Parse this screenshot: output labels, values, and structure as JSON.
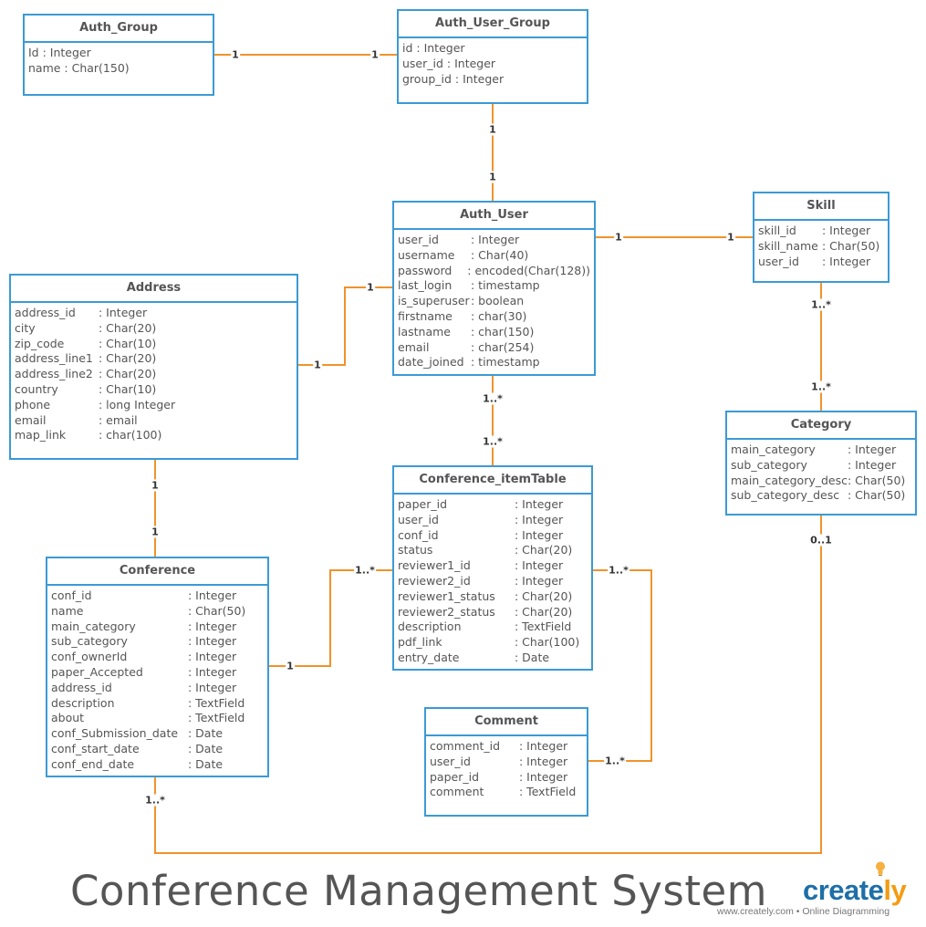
{
  "title": "Conference Management System",
  "brand": {
    "name_main": "creat",
    "name_accent": "ly",
    "name_e": "e",
    "tagline": "www.creately.com • Online Diagramming"
  },
  "colors": {
    "entity_border": "#3b9ad4",
    "connector": "#f0932b",
    "text": "#555555"
  },
  "entities": {
    "auth_group": {
      "name": "Auth_Group",
      "fields": [
        {
          "name": "Id : Integer",
          "type": ""
        },
        {
          "name": "name :  Char(150)",
          "type": ""
        }
      ]
    },
    "auth_user_group": {
      "name": "Auth_User_Group",
      "fields": [
        {
          "name": "id : Integer",
          "type": ""
        },
        {
          "name": "user_id : Integer",
          "type": ""
        },
        {
          "name": "group_id : Integer",
          "type": ""
        }
      ]
    },
    "auth_user": {
      "name": "Auth_User",
      "fields": [
        {
          "name": "user_id",
          "type": ": Integer"
        },
        {
          "name": "username",
          "type": ": Char(40)"
        },
        {
          "name": "password",
          "type": ": encoded(Char(128))"
        },
        {
          "name": "last_login",
          "type": ":  timestamp"
        },
        {
          "name": "is_superuser",
          "type": ": boolean"
        },
        {
          "name": "firstname",
          "type": ": char(30)"
        },
        {
          "name": "lastname",
          "type": ": char(150)"
        },
        {
          "name": "email",
          "type": ": char(254)"
        },
        {
          "name": "date_joined",
          "type": ": timestamp"
        }
      ]
    },
    "skill": {
      "name": "Skill",
      "fields": [
        {
          "name": "skill_id",
          "type": ": Integer"
        },
        {
          "name": "skill_name",
          "type": ": Char(50)"
        },
        {
          "name": "user_id",
          "type": ": Integer"
        }
      ]
    },
    "address": {
      "name": "Address",
      "fields": [
        {
          "name": "address_id",
          "type": ": Integer"
        },
        {
          "name": "city",
          "type": ": Char(20)"
        },
        {
          "name": "zip_code",
          "type": ": Char(10)"
        },
        {
          "name": "address_line1",
          "type": ": Char(20)"
        },
        {
          "name": "address_line2",
          "type": ": Char(20)"
        },
        {
          "name": "country",
          "type": ": Char(10)"
        },
        {
          "name": "phone",
          "type": ": long Integer"
        },
        {
          "name": "email",
          "type": ": email"
        },
        {
          "name": "map_link",
          "type": ": char(100)"
        }
      ]
    },
    "category": {
      "name": "Category",
      "fields": [
        {
          "name": "main_category",
          "type": ": Integer"
        },
        {
          "name": "sub_category",
          "type": ": Integer"
        },
        {
          "name": "main_category_desc",
          "type": ": Char(50)"
        },
        {
          "name": "sub_category_desc",
          "type": ": Char(50)"
        }
      ]
    },
    "conference_item": {
      "name": "Conference_itemTable",
      "fields": [
        {
          "name": "paper_id",
          "type": ": Integer"
        },
        {
          "name": "user_id",
          "type": ": Integer"
        },
        {
          "name": "conf_id",
          "type": ": Integer"
        },
        {
          "name": "status",
          "type": ": Char(20)"
        },
        {
          "name": "reviewer1_id",
          "type": ": Integer"
        },
        {
          "name": "reviewer2_id",
          "type": ": Integer"
        },
        {
          "name": "reviewer1_status",
          "type": ": Char(20)"
        },
        {
          "name": "reviewer2_status",
          "type": ": Char(20)"
        },
        {
          "name": "description",
          "type": ": TextField"
        },
        {
          "name": "pdf_link",
          "type": ": Char(100)"
        },
        {
          "name": "entry_date",
          "type": ": Date"
        }
      ]
    },
    "conference": {
      "name": "Conference",
      "fields": [
        {
          "name": "conf_id",
          "type": ": Integer"
        },
        {
          "name": "name",
          "type": ": Char(50)"
        },
        {
          "name": "main_category",
          "type": ": Integer"
        },
        {
          "name": "sub_category",
          "type": ": Integer"
        },
        {
          "name": "conf_ownerId",
          "type": ": Integer"
        },
        {
          "name": "paper_Accepted",
          "type": ": Integer"
        },
        {
          "name": "address_id",
          "type": ": Integer"
        },
        {
          "name": "description",
          "type": ": TextField"
        },
        {
          "name": "about",
          "type": ": TextField"
        },
        {
          "name": "conf_Submission_date",
          "type": ": Date"
        },
        {
          "name": "conf_start_date",
          "type": ": Date"
        },
        {
          "name": "conf_end_date",
          "type": ": Date"
        }
      ]
    },
    "comment": {
      "name": "Comment",
      "fields": [
        {
          "name": "comment_id",
          "type": ": Integer"
        },
        {
          "name": "user_id",
          "type": ": Integer"
        },
        {
          "name": "paper_id",
          "type": ": Integer"
        },
        {
          "name": "comment",
          "type": ": TextField"
        }
      ]
    }
  },
  "multiplicities": {
    "group_side": "1",
    "user_group_side": "1",
    "usergroup_to_user_top": "1",
    "usergroup_to_user_bottom": "1",
    "user_to_skill_user": "1",
    "user_to_skill_skill": "1",
    "address_to_user_user": "1",
    "address_to_user_address": "1",
    "skill_to_category_skill": "1..*",
    "skill_to_category_category": "1..*",
    "user_to_item_user": "1..*",
    "user_to_item_item": "1..*",
    "address_to_conf_address": "1",
    "address_to_conf_conf": "1",
    "conf_to_item_item": "1..*",
    "conf_to_item_conf": "1",
    "item_to_comment_item": "1..*",
    "item_to_comment_comment": "1..*",
    "conf_to_category_conf": "1..*",
    "conf_to_category_category": "0..1"
  }
}
